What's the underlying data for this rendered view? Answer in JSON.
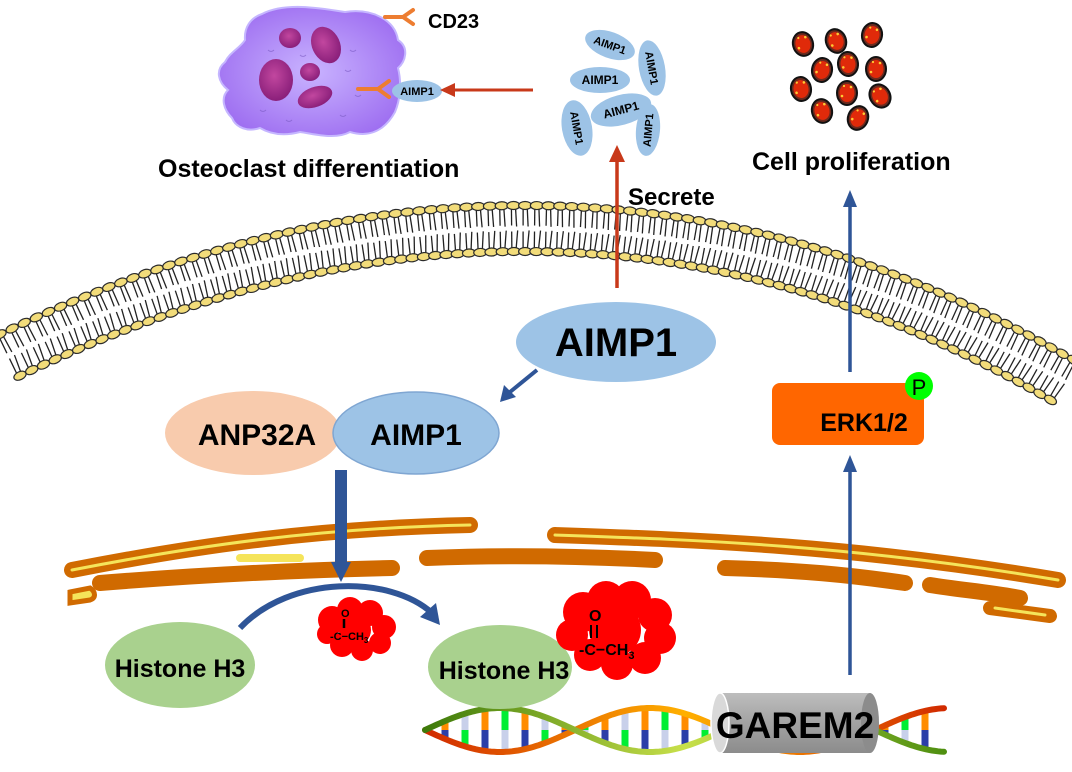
{
  "diagram": {
    "title": "AIMP1 signaling pathway",
    "colors": {
      "aimp1_fill": "#9dc3e6",
      "aimp1_stroke": "#8fb3d9",
      "anp32a_fill": "#f8cbad",
      "histone_fill": "#a9d18e",
      "erk_fill": "#ff6600",
      "phospho_fill": "#00ff00",
      "secrete_arrow": "#c8391a",
      "signal_arrow": "#2f5597",
      "membrane_head": "#f2dc7a",
      "er_fill": "#d06a00",
      "er_lumen": "#f5e45a",
      "acetyl_fill": "#ff0000",
      "gene_fill": "#a6a6a6",
      "osteoclast_fill": "#a57cf0",
      "nucleus_fill": "#a23b9a",
      "proliferating_cell": "#e02a0a"
    },
    "labels": {
      "osteoclast_differentiation": "Osteoclast differentiation",
      "cd23": "CD23",
      "secrete": "Secrete",
      "cell_proliferation": "Cell proliferation",
      "aimp1_main": "AIMP1",
      "anp32a": "ANP32A",
      "aimp1_complex": "AIMP1",
      "erk": "ERK1/2",
      "phospho": "P",
      "histone_left": "Histone H3",
      "histone_right": "Histone H3",
      "gene": "GAREM2",
      "acetyl_o": "O",
      "acetyl_chain": "-C−CH",
      "acetyl_sub": "3"
    },
    "secreted_aimp1": [
      "AIMP1",
      "AIMP1",
      "AIMP1",
      "AIMP1",
      "AIMP1",
      "AIMP1"
    ],
    "bound_aimp1": "AIMP1",
    "nodes": [
      {
        "id": "aimp1_cytoplasm",
        "label": "AIMP1"
      },
      {
        "id": "anp32a",
        "label": "ANP32A"
      },
      {
        "id": "aimp1_bound",
        "label": "AIMP1"
      },
      {
        "id": "erk",
        "label": "ERK1/2"
      },
      {
        "id": "histone_h3",
        "label": "Histone H3"
      },
      {
        "id": "histone_h3_acetylated",
        "label": "Histone H3"
      },
      {
        "id": "garem2",
        "label": "GAREM2"
      },
      {
        "id": "secreted_aimp1",
        "label": "AIMP1"
      },
      {
        "id": "osteoclast",
        "label": "Osteoclast differentiation"
      },
      {
        "id": "proliferation",
        "label": "Cell proliferation"
      }
    ],
    "edges": [
      {
        "from": "aimp1_cytoplasm",
        "to": "secreted_aimp1",
        "label": "Secrete"
      },
      {
        "from": "secreted_aimp1",
        "to": "osteoclast",
        "label": "CD23"
      },
      {
        "from": "aimp1_cytoplasm",
        "to": "aimp1_bound",
        "label": ""
      },
      {
        "from": "aimp1_bound",
        "to": "histone_h3",
        "label": ""
      },
      {
        "from": "histone_h3",
        "to": "histone_h3_acetylated",
        "label": ""
      },
      {
        "from": "garem2",
        "to": "erk",
        "label": ""
      },
      {
        "from": "erk",
        "to": "proliferation",
        "label": ""
      }
    ]
  }
}
